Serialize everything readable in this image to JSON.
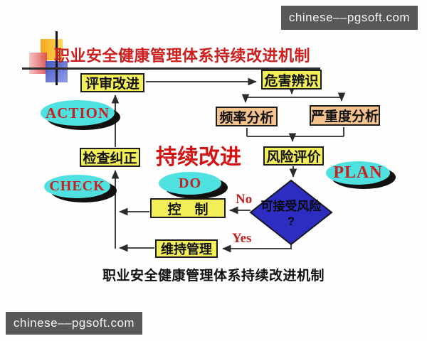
{
  "watermarks": {
    "top": "chinese––pgsoft.com",
    "bottom": "chinese––pgsoft.com"
  },
  "title": "职业安全健康管理体系持续改进机制",
  "caption": "职业安全健康管理体系持续改进机制",
  "center_label": "持续改进",
  "pdca": {
    "action": "ACTION",
    "check": "CHECK",
    "do": "DO",
    "plan": "PLAN"
  },
  "nodes": {
    "review": "评审改进",
    "hazard": "危害辨识",
    "frequency": "频率分析",
    "severity": "严重度分析",
    "risk_evaluation": "风险评价",
    "check_correct": "检查纠正",
    "control": "控　制",
    "maintain": "维持管理"
  },
  "decision": {
    "line1": "可接受风险",
    "line2": "?"
  },
  "edge_labels": {
    "no": "No",
    "yes": "Yes"
  },
  "colors": {
    "box_yellow": "#F3EF58",
    "box_salmon": "#F3C28D",
    "ellipse_cyan": "#4FE1E0",
    "diamond_blue": "#2D2DC2",
    "title_red": "#CE1F1F",
    "label_red": "#C42222",
    "watermark_bg": "#58585A",
    "connector": "#2B2B2B"
  }
}
